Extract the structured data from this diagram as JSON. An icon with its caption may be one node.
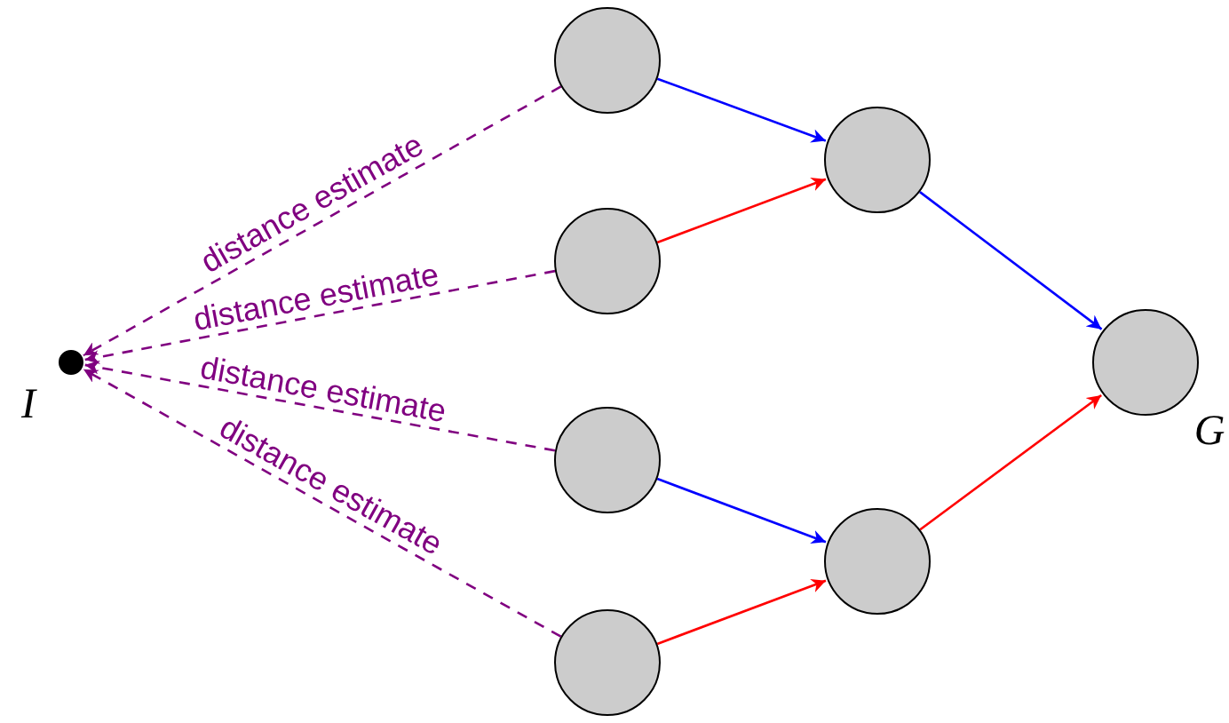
{
  "diagram": {
    "nodes": [
      {
        "text": [],
        "shape": "circle",
        "beside": [
          "I"
        ]
      },
      {
        "text": [],
        "shape": "circle"
      },
      {
        "text": [],
        "shape": "circle"
      },
      {
        "text": [],
        "shape": "circle"
      },
      {
        "text": [],
        "shape": "circle"
      },
      {
        "text": [],
        "shape": "circle"
      },
      {
        "text": [],
        "shape": "circle"
      },
      {
        "text": [],
        "shape": "circle",
        "beside": [
          "G"
        ]
      }
    ],
    "edges": [
      {
        "from": 1,
        "to": 0,
        "arrow": "to",
        "label": "distance estimate",
        "style": "dashed",
        "color": "#800080"
      },
      {
        "from": 2,
        "to": 0,
        "arrow": "to",
        "label": "distance estimate",
        "style": "dashed",
        "color": "#800080"
      },
      {
        "from": 3,
        "to": 0,
        "arrow": "to",
        "label": "distance estimate",
        "style": "dashed",
        "color": "#800080"
      },
      {
        "from": 4,
        "to": 0,
        "arrow": "to",
        "label": "distance estimate",
        "style": "dashed",
        "color": "#800080"
      },
      {
        "from": 1,
        "to": 5,
        "arrow": "to",
        "color": "#0000ff"
      },
      {
        "from": 2,
        "to": 5,
        "arrow": "to",
        "color": "#ff0000"
      },
      {
        "from": 5,
        "to": 7,
        "arrow": "to",
        "color": "#0000ff"
      },
      {
        "from": 3,
        "to": 6,
        "arrow": "to",
        "color": "#0000ff"
      },
      {
        "from": 4,
        "to": 6,
        "arrow": "to",
        "color": "#ff0000"
      },
      {
        "from": 6,
        "to": 7,
        "arrow": "to",
        "color": "#ff0000"
      }
    ]
  }
}
